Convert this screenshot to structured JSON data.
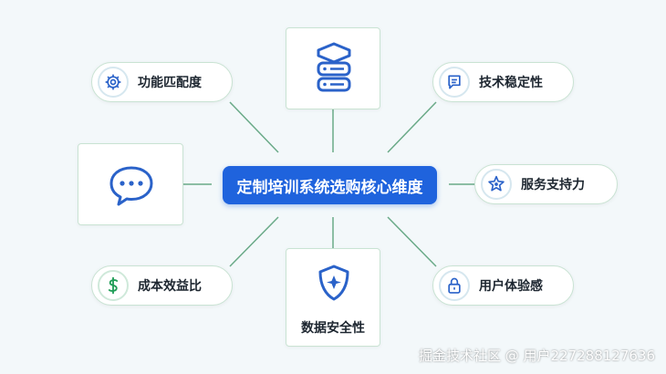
{
  "diagram": {
    "center_title": "定制培训系统选购核心维度",
    "nodes": [
      {
        "id": "function-fit",
        "label": "功能匹配度",
        "icon": "gear-icon"
      },
      {
        "id": "database",
        "label": "",
        "icon": "database-icon"
      },
      {
        "id": "tech-stability",
        "label": "技术稳定性",
        "icon": "message-square-icon"
      },
      {
        "id": "communication",
        "label": "",
        "icon": "chat-bubble-icon"
      },
      {
        "id": "service-support",
        "label": "服务支持力",
        "icon": "star-badge-icon"
      },
      {
        "id": "cost-benefit",
        "label": "成本效益比",
        "icon": "dollar-icon"
      },
      {
        "id": "data-security",
        "label": "数据安全性",
        "icon": "shield-icon"
      },
      {
        "id": "user-experience",
        "label": "用户体验感",
        "icon": "lock-icon"
      }
    ],
    "colors": {
      "accent": "#1f63dd",
      "line": "#6aaa88",
      "icon_blue": "#2a62c9",
      "icon_green": "#1f9d57",
      "border": "#c9e3d3"
    }
  },
  "watermark": "掘金技术社区 @ 用户227288127636"
}
